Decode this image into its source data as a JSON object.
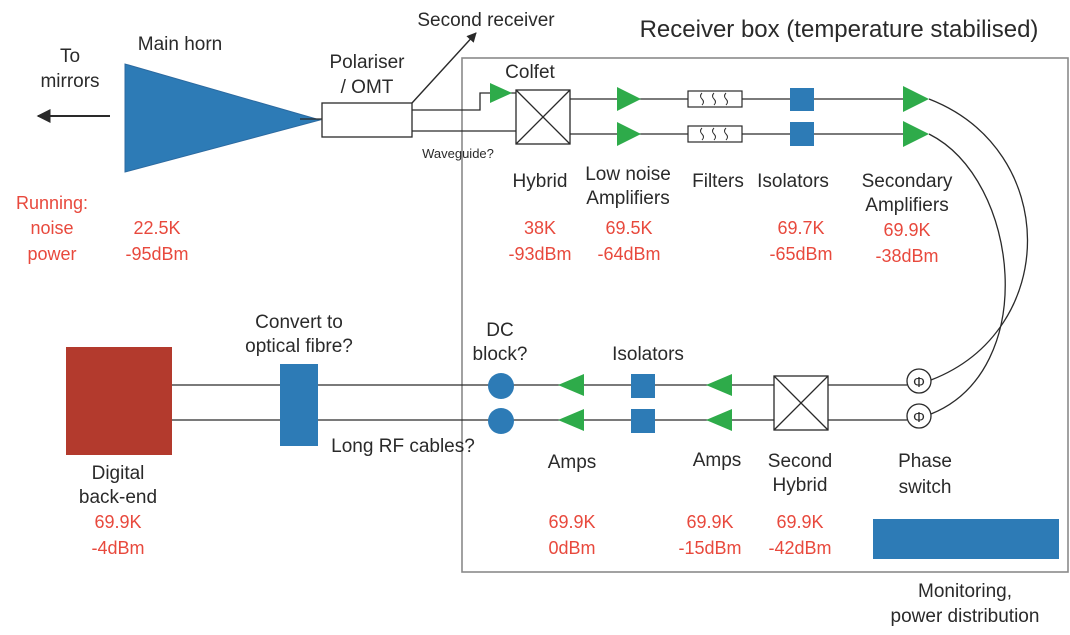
{
  "colors": {
    "component_blue": "#2d7bb6",
    "amplifier_green": "#2eab4a",
    "backend_red": "#b33a2d",
    "value_red": "#e8493d",
    "line": "#2a2a2a"
  },
  "labels": {
    "to_mirrors": [
      "To",
      "mirrors"
    ],
    "main_horn": "Main horn",
    "polariser": [
      "Polariser",
      "/ OMT"
    ],
    "second_receiver": "Second receiver",
    "receiver_box": "Receiver box (temperature stabilised)",
    "colfet": "Colfet",
    "waveguide": "Waveguide?",
    "hybrid": "Hybrid",
    "low_noise_amplifiers": [
      "Low noise",
      "Amplifiers"
    ],
    "filters": "Filters",
    "isolators_top": "Isolators",
    "secondary_amplifiers": [
      "Secondary",
      "Amplifiers"
    ],
    "convert_optical": [
      "Convert to",
      "optical fibre?"
    ],
    "dc_block": [
      "DC",
      "block?"
    ],
    "isolators_bottom": "Isolators",
    "long_rf_cables": "Long RF cables?",
    "digital_backend": [
      "Digital",
      "back-end"
    ],
    "amps_left": "Amps",
    "amps_right": "Amps",
    "second_hybrid": [
      "Second",
      "Hybrid"
    ],
    "phase_switch": [
      "Phase",
      "switch"
    ],
    "phi_symbol": "Φ",
    "monitoring": [
      "Monitoring,",
      "power distribution"
    ]
  },
  "running": {
    "title": "Running:",
    "noise_label": "noise",
    "power_label": "power",
    "horn_noise": "22.5K",
    "horn_power": "-95dBm",
    "hybrid_noise": "38K",
    "hybrid_power": "-93dBm",
    "lna_noise": "69.5K",
    "lna_power": "-64dBm",
    "isolators_noise": "69.7K",
    "isolators_power": "-65dBm",
    "secondary_noise": "69.9K",
    "secondary_power": "-38dBm",
    "backend_noise": "69.9K",
    "backend_power": "-4dBm",
    "amps_left_noise": "69.9K",
    "amps_left_power": "0dBm",
    "amps_right_noise": "69.9K",
    "amps_right_power": "-15dBm",
    "second_hybrid_noise": "69.9K",
    "second_hybrid_power": "-42dBm"
  }
}
